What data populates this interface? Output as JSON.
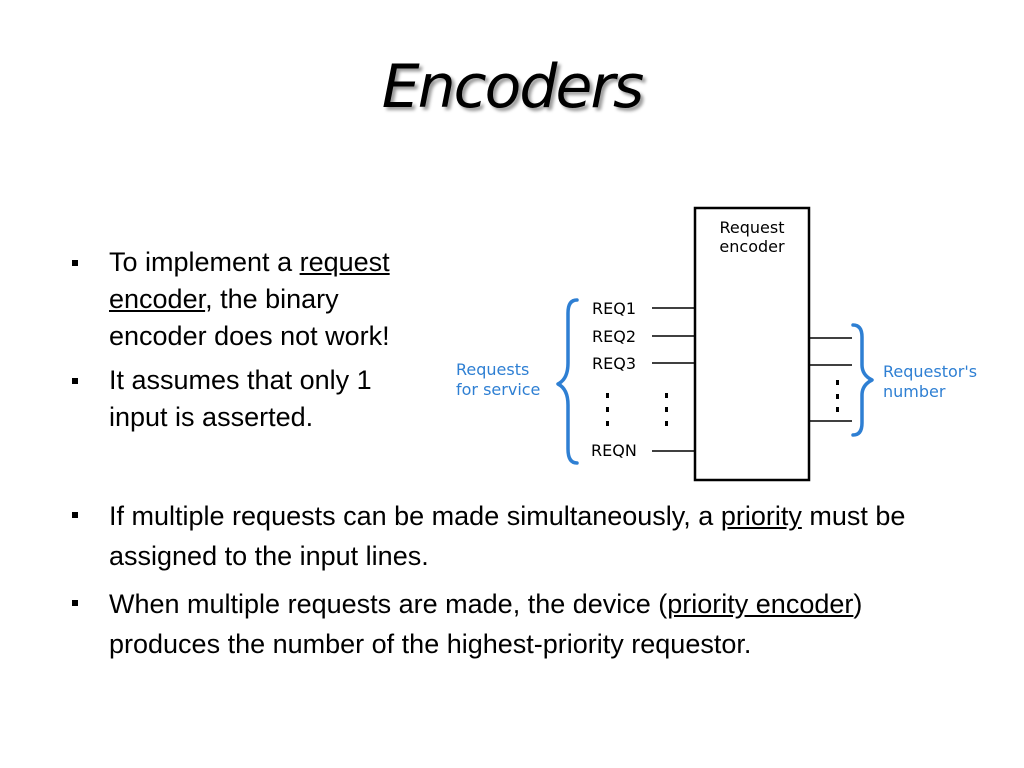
{
  "slide": {
    "title": "Encoders",
    "top_bullets": [
      {
        "segments": [
          {
            "text": "To implement a ",
            "u": false
          },
          {
            "text": "request encoder",
            "u": true
          },
          {
            "text": ", the binary encoder does not work!",
            "u": false
          }
        ]
      },
      {
        "segments": [
          {
            "text": "It assumes that only 1 input is asserted.",
            "u": false
          }
        ]
      }
    ],
    "bottom_bullets": [
      {
        "segments": [
          {
            "text": "If multiple requests can be made simultaneously, a ",
            "u": false
          },
          {
            "text": "priority",
            "u": true
          },
          {
            "text": " must be assigned to the input lines.",
            "u": false
          }
        ]
      },
      {
        "segments": [
          {
            "text": "When multiple requests are made, the device (",
            "u": false
          },
          {
            "text": "priority encoder",
            "u": true
          },
          {
            "text": ") produces the number of the highest-priority requestor.",
            "u": false
          }
        ]
      }
    ]
  },
  "diagram": {
    "box_label_line1": "Request",
    "box_label_line2": "encoder",
    "inputs": [
      "REQ1",
      "REQ2",
      "REQ3",
      "REQN"
    ],
    "left_label_line1": "Requests",
    "left_label_line2": "for service",
    "right_label_line1": "Requestor's",
    "right_label_line2": "number",
    "accent_color": "#2e7fd3"
  }
}
